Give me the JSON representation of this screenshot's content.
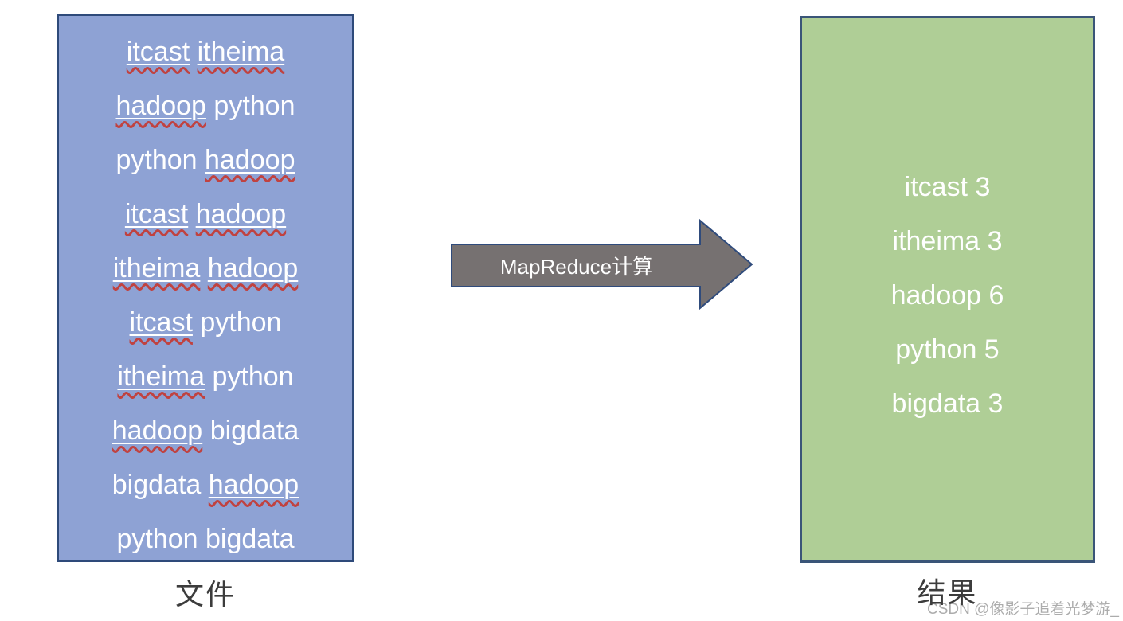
{
  "diagram": {
    "source_box": {
      "caption": "文件",
      "bg_color": "#8EA2D4",
      "border_color": "#2E4A7A",
      "text_color": "#FFFFFF",
      "spellcheck_color": "#C04240",
      "lines": [
        {
          "words": [
            {
              "text": "itcast",
              "squiggle": true
            },
            {
              "text": "itheima",
              "squiggle": true
            }
          ]
        },
        {
          "words": [
            {
              "text": "hadoop",
              "squiggle": true
            },
            {
              "text": "python",
              "squiggle": false
            }
          ]
        },
        {
          "words": [
            {
              "text": "python",
              "squiggle": false
            },
            {
              "text": "hadoop",
              "squiggle": true
            }
          ]
        },
        {
          "words": [
            {
              "text": "itcast",
              "squiggle": true
            },
            {
              "text": "hadoop",
              "squiggle": true
            }
          ]
        },
        {
          "words": [
            {
              "text": "itheima",
              "squiggle": true
            },
            {
              "text": "hadoop",
              "squiggle": true
            }
          ]
        },
        {
          "words": [
            {
              "text": "itcast",
              "squiggle": true
            },
            {
              "text": "python",
              "squiggle": false
            }
          ]
        },
        {
          "words": [
            {
              "text": "itheima",
              "squiggle": true
            },
            {
              "text": "python",
              "squiggle": false
            }
          ]
        },
        {
          "words": [
            {
              "text": "hadoop",
              "squiggle": true
            },
            {
              "text": "bigdata",
              "squiggle": false
            }
          ]
        },
        {
          "words": [
            {
              "text": "bigdata",
              "squiggle": false
            },
            {
              "text": "hadoop",
              "squiggle": true
            }
          ]
        },
        {
          "words": [
            {
              "text": "python",
              "squiggle": false
            },
            {
              "text": "bigdata",
              "squiggle": false
            }
          ]
        }
      ]
    },
    "arrow": {
      "label": "MapReduce计算",
      "fill_color": "#767171",
      "border_color": "#2F4B7C",
      "text_color": "#FFFFFF"
    },
    "result_box": {
      "caption": "结果",
      "bg_color": "#AFCE96",
      "border_color": "#3A5578",
      "text_color": "#FFFFFF",
      "lines": [
        "itcast 3",
        "itheima 3",
        "hadoop 6",
        "python 5",
        "bigdata 3"
      ]
    },
    "watermark": "CSDN @像影子追着光梦游_"
  }
}
